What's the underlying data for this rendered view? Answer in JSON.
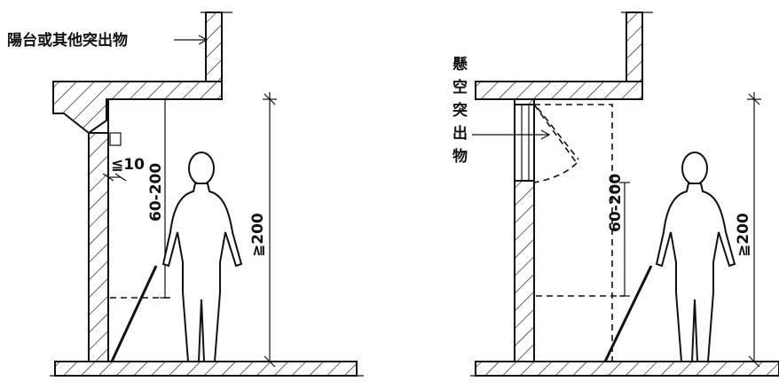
{
  "left": {
    "balcony_label": "陽台或其他突出物",
    "dim_small": "≦10",
    "dim_range": "60-200",
    "dim_height": "≧200"
  },
  "right": {
    "overhang_label": [
      "懸",
      "空",
      "突",
      "出",
      "物"
    ],
    "dim_range": "60-200",
    "dim_height": "≧200"
  }
}
